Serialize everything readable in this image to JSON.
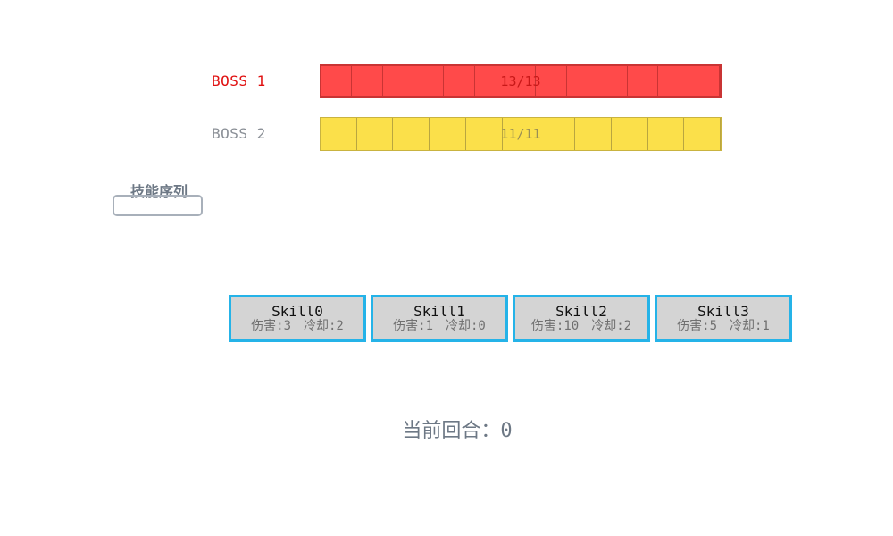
{
  "bosses": [
    {
      "label": "BOSS 1",
      "hp": 13,
      "max_hp": 13,
      "hp_text": "13/13",
      "color": "#ff4a4a"
    },
    {
      "label": "BOSS 2",
      "hp": 11,
      "max_hp": 11,
      "hp_text": "11/11",
      "color": "#fbe04a"
    }
  ],
  "skill_sequence": {
    "title": "技能序列"
  },
  "skills": [
    {
      "name": "Skill0",
      "damage_label": "伤害:3",
      "cooldown_label": "冷却:2"
    },
    {
      "name": "Skill1",
      "damage_label": "伤害:1",
      "cooldown_label": "冷却:0"
    },
    {
      "name": "Skill2",
      "damage_label": "伤害:10",
      "cooldown_label": "冷却:2"
    },
    {
      "name": "Skill3",
      "damage_label": "伤害:5",
      "cooldown_label": "冷却:1"
    }
  ],
  "round": {
    "text": "当前回合：0"
  },
  "colors": {
    "skill_border": "#25b3e8",
    "skill_bg": "#d4d4d4",
    "boss1_label": "#e01010",
    "boss2_label": "#8a8f96"
  }
}
